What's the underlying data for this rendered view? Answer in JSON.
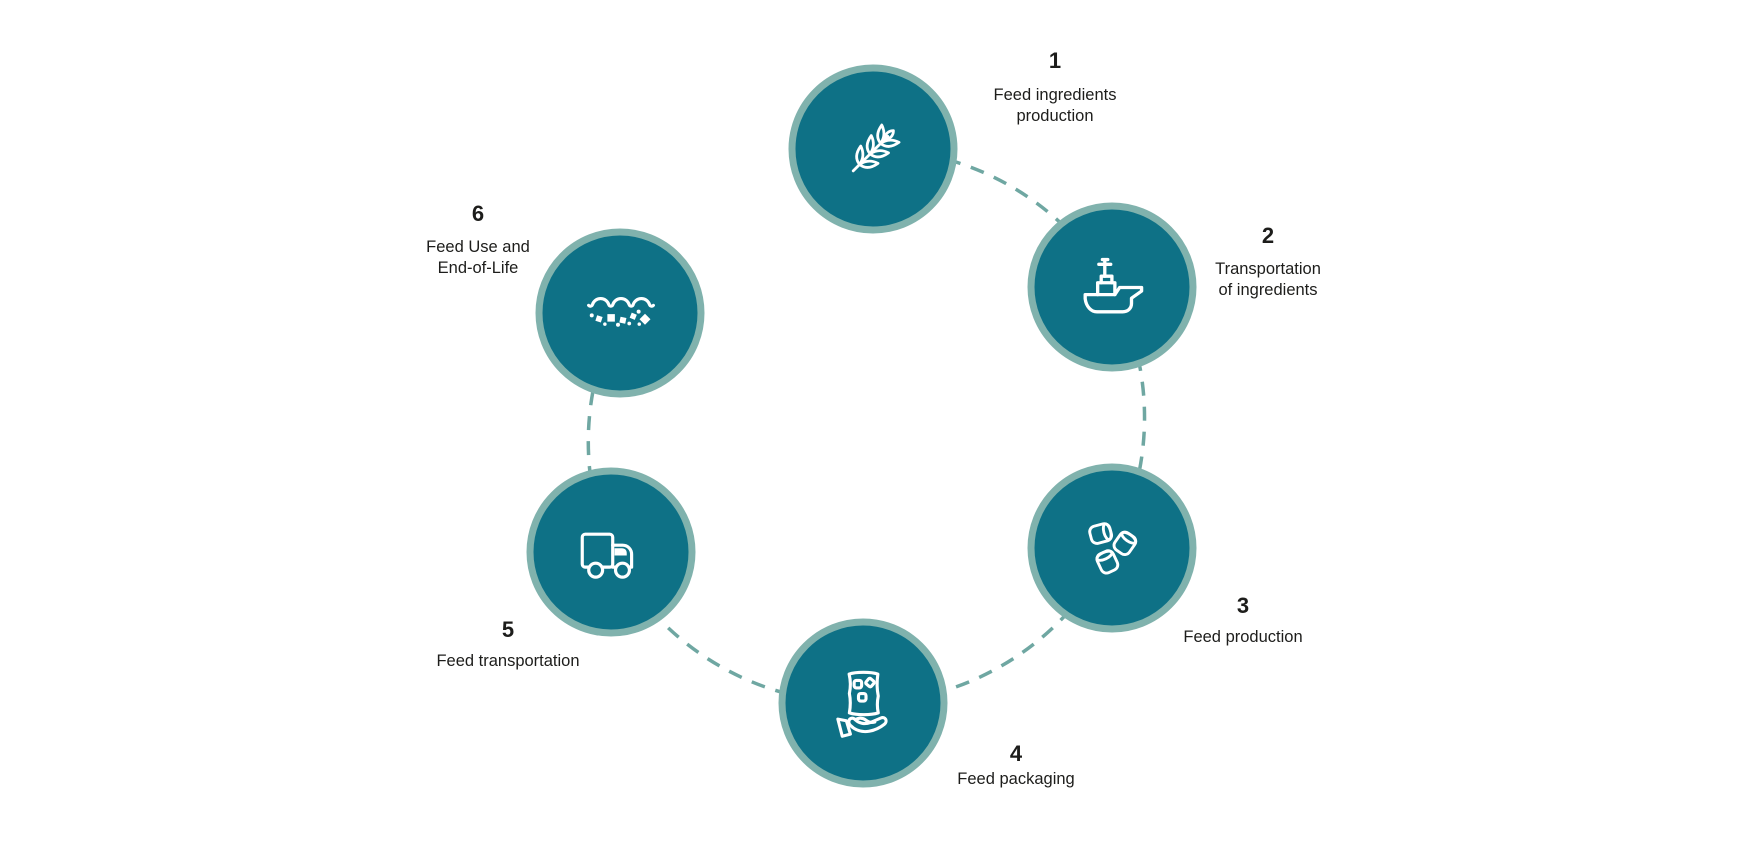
{
  "diagram": {
    "colors": {
      "circle_fill": "#0E7186",
      "circle_ring": "#80B2AD",
      "connector": "#6FA7A2",
      "text": "#1D1D1B",
      "icon": "#FFFFFF"
    },
    "steps": [
      {
        "number": "1",
        "label": [
          "Feed ingredients",
          "production"
        ],
        "icon": "wheat-icon"
      },
      {
        "number": "2",
        "label": [
          "Transportation",
          "of ingredients"
        ],
        "icon": "ship-icon"
      },
      {
        "number": "3",
        "label": [
          "Feed production"
        ],
        "icon": "pellets-icon"
      },
      {
        "number": "4",
        "label": [
          "Feed packaging"
        ],
        "icon": "feed-bag-in-hand-icon"
      },
      {
        "number": "5",
        "label": [
          "Feed transportation"
        ],
        "icon": "truck-icon"
      },
      {
        "number": "6",
        "label": [
          "Feed Use and",
          "End-of-Life"
        ],
        "icon": "waves-particles-icon"
      }
    ]
  }
}
